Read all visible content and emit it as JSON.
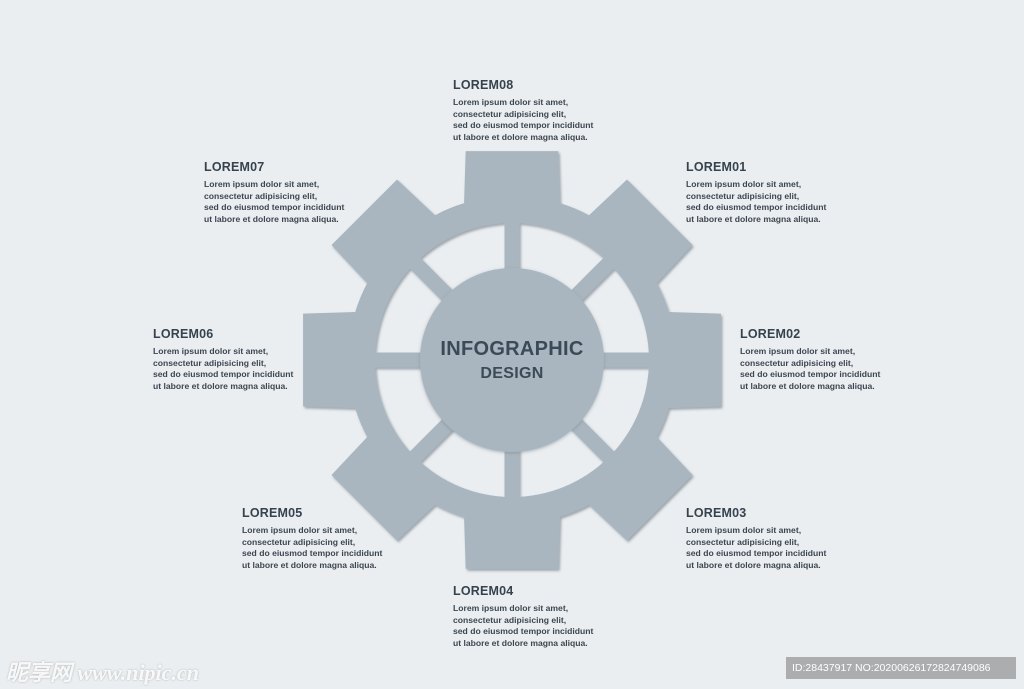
{
  "center": {
    "title": "INFOGRAPHIC",
    "subtitle": "DESIGN"
  },
  "items": [
    {
      "title": "LOREM01",
      "body": "Lorem ipsum dolor sit amet,\nconsectetur adipisicing elit,\nsed do eiusmod tempor incididunt\nut labore et dolore magna aliqua."
    },
    {
      "title": "LOREM02",
      "body": "Lorem ipsum dolor sit amet,\nconsectetur adipisicing elit,\nsed do eiusmod tempor incididunt\nut labore et dolore magna aliqua."
    },
    {
      "title": "LOREM03",
      "body": "Lorem ipsum dolor sit amet,\nconsectetur adipisicing elit,\nsed do eiusmod tempor incididunt\nut labore et dolore magna aliqua."
    },
    {
      "title": "LOREM04",
      "body": "Lorem ipsum dolor sit amet,\nconsectetur adipisicing elit,\nsed do eiusmod tempor incididunt\nut labore et dolore magna aliqua."
    },
    {
      "title": "LOREM05",
      "body": "Lorem ipsum dolor sit amet,\nconsectetur adipisicing elit,\nsed do eiusmod tempor incididunt\nut labore et dolore magna aliqua."
    },
    {
      "title": "LOREM06",
      "body": "Lorem ipsum dolor sit amet,\nconsectetur adipisicing elit,\nsed do eiusmod tempor incididunt\nut labore et dolore magna aliqua."
    },
    {
      "title": "LOREM07",
      "body": "Lorem ipsum dolor sit amet,\nconsectetur adipisicing elit,\nsed do eiusmod tempor incididunt\nut labore et dolore magna aliqua."
    },
    {
      "title": "LOREM08",
      "body": "Lorem ipsum dolor sit amet,\nconsectetur adipisicing elit,\nsed do eiusmod tempor incididunt\nut labore et dolore magna aliqua."
    }
  ],
  "colors": {
    "background": "#eaeef1",
    "gear": "#aab6bf",
    "text": "#36434f"
  },
  "watermark": {
    "left": "昵享网 www.nipic.cn",
    "right": "ID:28437917 NO:20200626172824749086"
  }
}
